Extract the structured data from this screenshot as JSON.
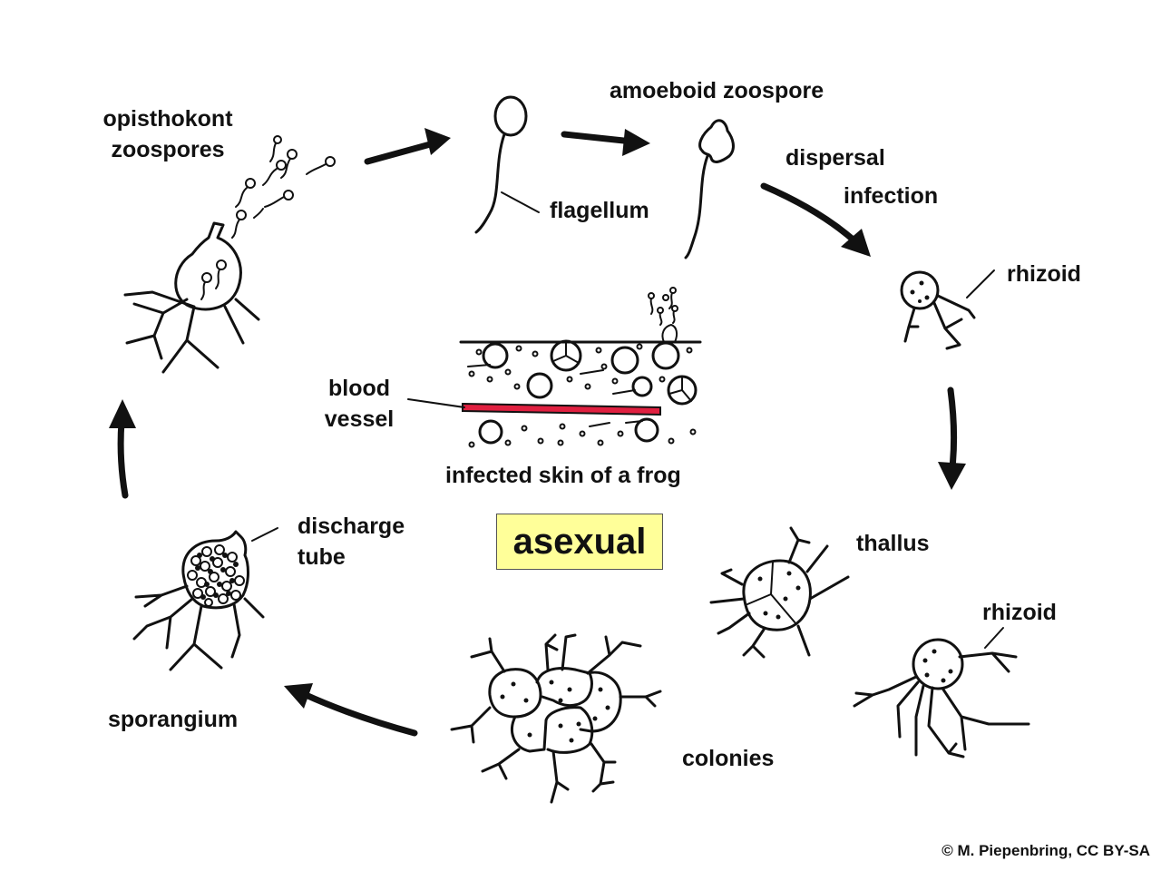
{
  "diagram": {
    "labels": {
      "opisthokont_zoospores": "opisthokont\nzoospores",
      "amoeboid_zoospore": "amoeboid zoospore",
      "flagellum": "flagellum",
      "dispersal": "dispersal",
      "infection": "infection",
      "rhizoid_top": "rhizoid",
      "blood_vessel": "blood\nvessel",
      "infected_skin": "infected skin of a frog",
      "discharge_tube": "discharge\ntube",
      "thallus": "thallus",
      "rhizoid_bottom": "rhizoid",
      "sporangium": "sporangium",
      "colonies": "colonies"
    },
    "center_label": "asexual",
    "center_box_color": "#ffff99",
    "blood_vessel_color": "#e02040",
    "credit": "© M. Piepenbring, CC BY-SA"
  }
}
